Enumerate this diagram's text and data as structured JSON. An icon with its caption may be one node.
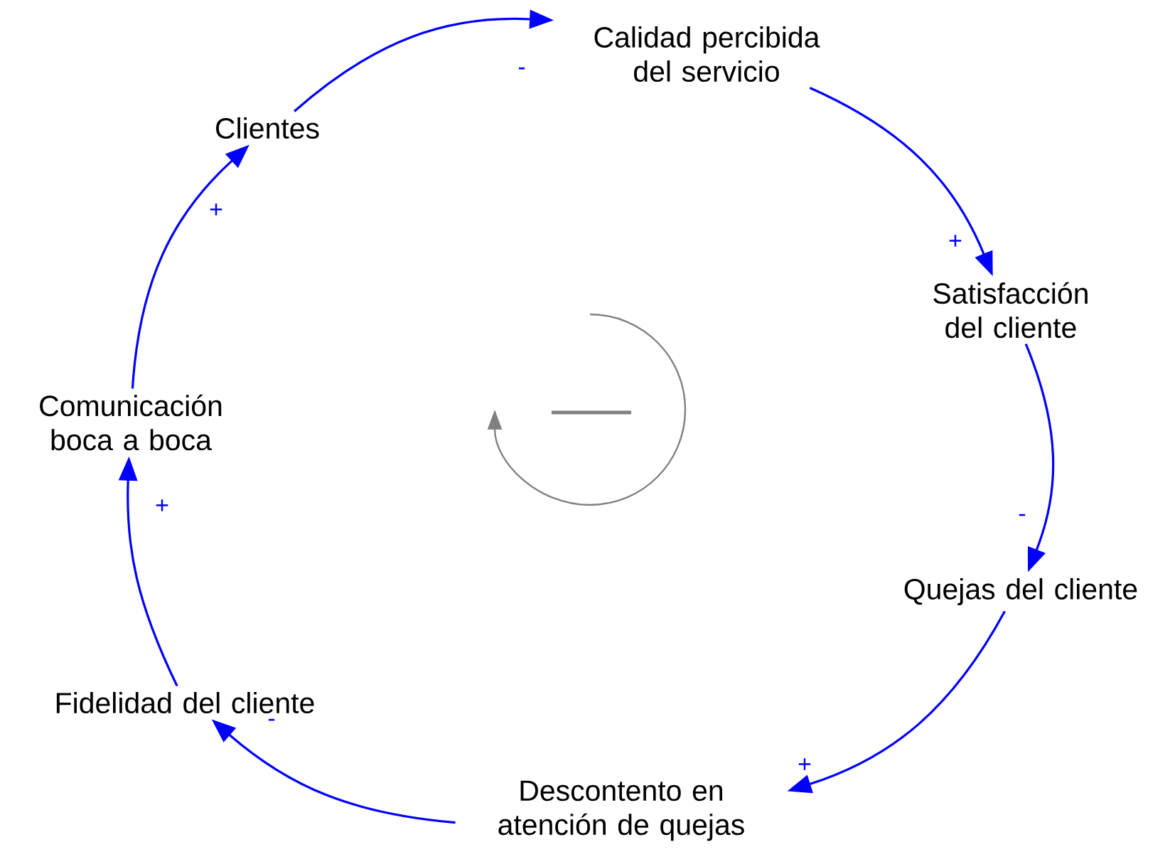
{
  "diagram": {
    "nodes": [
      {
        "text": [
          "Calidad percibida del servicio"
        ]
      },
      {
        "text": [
          "Satisfacción del cliente"
        ]
      },
      {
        "text": [
          "Quejas del cliente"
        ]
      },
      {
        "text": [
          "Descontento en atención de quejas"
        ]
      },
      {
        "text": [
          "Fidelidad del cliente"
        ]
      },
      {
        "text": [
          "Comunicación boca a boca"
        ]
      },
      {
        "text": [
          "Clientes"
        ]
      }
    ],
    "edges": [
      {
        "from": 6,
        "to": 0,
        "arrow": "to",
        "label": "-"
      },
      {
        "from": 0,
        "to": 1,
        "arrow": "to",
        "label": "+"
      },
      {
        "from": 1,
        "to": 2,
        "arrow": "to",
        "label": "-"
      },
      {
        "from": 2,
        "to": 3,
        "arrow": "to",
        "label": "+"
      },
      {
        "from": 3,
        "to": 4,
        "arrow": "to",
        "label": "-"
      },
      {
        "from": 4,
        "to": 5,
        "arrow": "to",
        "label": "+"
      },
      {
        "from": 5,
        "to": 6,
        "arrow": "to",
        "label": "+"
      }
    ]
  }
}
